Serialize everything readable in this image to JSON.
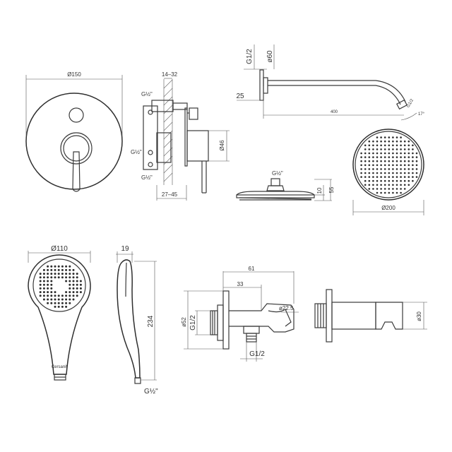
{
  "colors": {
    "line": "#3a3a3a",
    "dim": "#555555",
    "background": "#ffffff"
  },
  "mixer_front": {
    "dia_label": "Ø150"
  },
  "mixer_side": {
    "top_dim": "14–32",
    "bottom_dim": "27–45",
    "outlet_dim": "Ø46",
    "port_top": "G½\"",
    "port_mid": "G½\"",
    "port_bottom": "G½\""
  },
  "shower_arm": {
    "thread": "G1/2",
    "dia": "ø60",
    "wall_dim": "25",
    "length": "400",
    "tip_thread": "G1/2",
    "angle": "17°"
  },
  "head_side": {
    "thread": "G½\"",
    "h1": "10",
    "h2": "55"
  },
  "head_front": {
    "dia_label": "Ø200"
  },
  "hand_front": {
    "dia_label": "Ø110",
    "brand": "Cersanit"
  },
  "hand_side": {
    "width": "19",
    "length": "234",
    "thread": "G½\""
  },
  "wall_outlet": {
    "length_total": "61",
    "length_part": "33",
    "dia_outer": "ø52",
    "thread_left": "G1/2",
    "holder_dia": "ø22.5",
    "thread_bottom": "G1/2",
    "side_dia": "ø30"
  }
}
